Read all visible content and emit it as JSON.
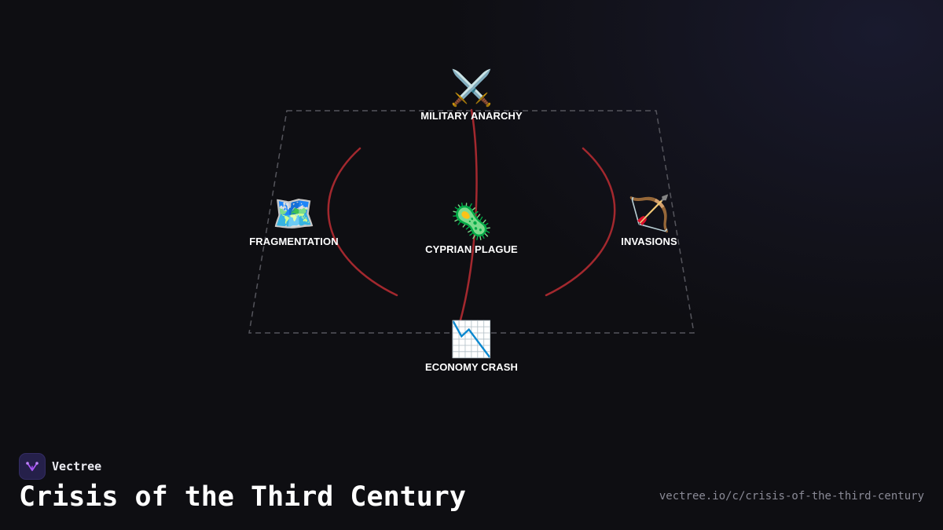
{
  "brand": {
    "name": "Vectree",
    "logo_icon": "vectree-tree-logo-icon",
    "logo_color": "#a855f7"
  },
  "title": "Crisis of the Third Century",
  "source_url": "vectree.io/c/crisis-of-the-third-century",
  "colors": {
    "background": "#0e0e12",
    "connector": "#a3282e",
    "frame": "#55555c",
    "label": "#ffffff"
  },
  "nodes": {
    "military_anarchy": {
      "label": "MILITARY ANARCHY",
      "icon": "⚔️",
      "icon_name": "crossed-swords-icon"
    },
    "fragmentation": {
      "label": "FRAGMENTATION",
      "icon": "🗺️",
      "icon_name": "world-map-icon"
    },
    "cyprian_plague": {
      "label": "CYPRIAN PLAGUE",
      "icon": "🦠",
      "icon_name": "microbe-icon"
    },
    "invasions": {
      "label": "INVASIONS",
      "icon": "🏹",
      "icon_name": "bow-and-arrow-icon"
    },
    "economy_crash": {
      "label": "ECONOMY CRASH",
      "icon": "📉",
      "icon_name": "chart-decreasing-icon"
    }
  },
  "connections": [
    {
      "from": "military_anarchy",
      "to": "economy_crash"
    },
    {
      "from": "military_anarchy",
      "to": "fragmentation"
    },
    {
      "from": "military_anarchy",
      "to": "invasions"
    }
  ]
}
